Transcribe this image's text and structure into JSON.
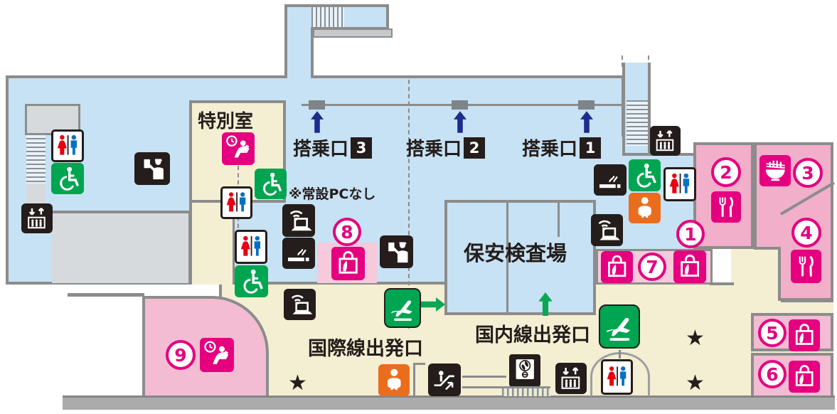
{
  "labels": {
    "special_room": "特別室",
    "pc_note": "※常設PCなし",
    "security_check": "保安検査場",
    "international_departure": "国際線出発口",
    "domestic_departure": "国内線出発口"
  },
  "gates": [
    {
      "label": "搭乗口",
      "number": "3"
    },
    {
      "label": "搭乗口",
      "number": "2"
    },
    {
      "label": "搭乗口",
      "number": "1"
    }
  ],
  "spot_numbers": [
    "1",
    "2",
    "3",
    "4",
    "5",
    "6",
    "7",
    "8",
    "9"
  ],
  "star": "★",
  "icons": {
    "toilet": "man-woman-restroom",
    "wheelchair": "accessible-restroom",
    "elevator": "elevator",
    "escalator": "escalator",
    "smoking": "smoking-area",
    "wifi_pc": "wifi-pc-corner",
    "shop": "shopping-bag",
    "restaurant": "fork-knife",
    "noodle": "noodle-bowl",
    "lounge": "lounge-seat-clock",
    "baby": "baby-care-room",
    "security_staff": "id-check-staff",
    "departure": "departure-plane",
    "vending": "medal-vending-machine",
    "gate_door": "gate-door",
    "stairs": "stairs"
  },
  "colors": {
    "airside_blue": "#C7E2F4",
    "lobby_cream": "#F4EFD3",
    "shop_pink": "#F2AFC9",
    "shop_pink_light": "#F6C9DB",
    "accent_magenta": "#E4007F",
    "green": "#00A551",
    "orange": "#EA6D1E",
    "icon_black": "#241D1B",
    "wall_gray": "#8C8C8C",
    "arrow_navy": "#1D2B8C"
  }
}
